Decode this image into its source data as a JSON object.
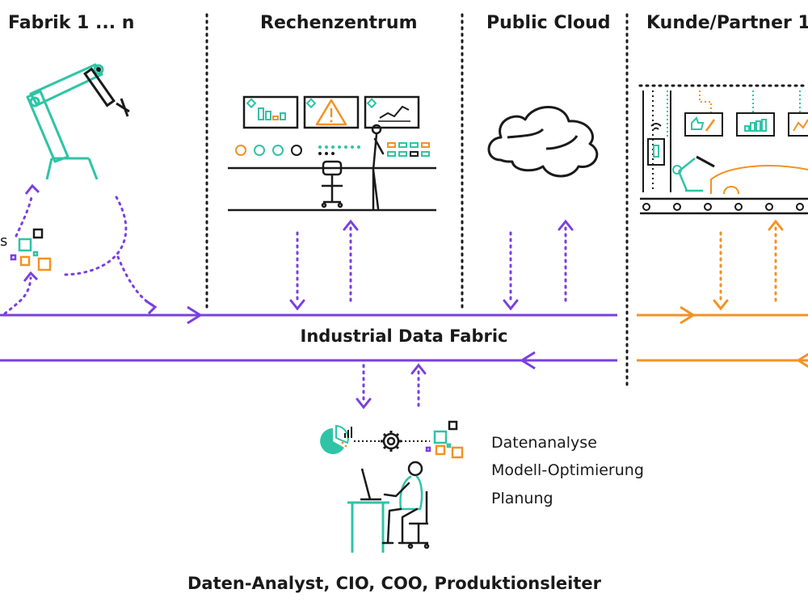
{
  "columns": {
    "fabrik": "Fabrik 1 ... n",
    "rechenzentrum": "Rechenzentrum",
    "public_cloud": "Public Cloud",
    "kunde_partner": "Kunde/Partner 1"
  },
  "fabric_label": "Industrial Data Fabric",
  "analysis_tasks": [
    "Datenanalyse",
    "Modell-Optimierung",
    "Planung"
  ],
  "roles_label": "Daten-Analyst, CIO, COO, Produktionsleiter",
  "fragment_label": "s",
  "colors": {
    "purple": "#7a3fe0",
    "orange": "#f39224",
    "teal": "#2ec4a6",
    "black": "#1a1a1a"
  }
}
